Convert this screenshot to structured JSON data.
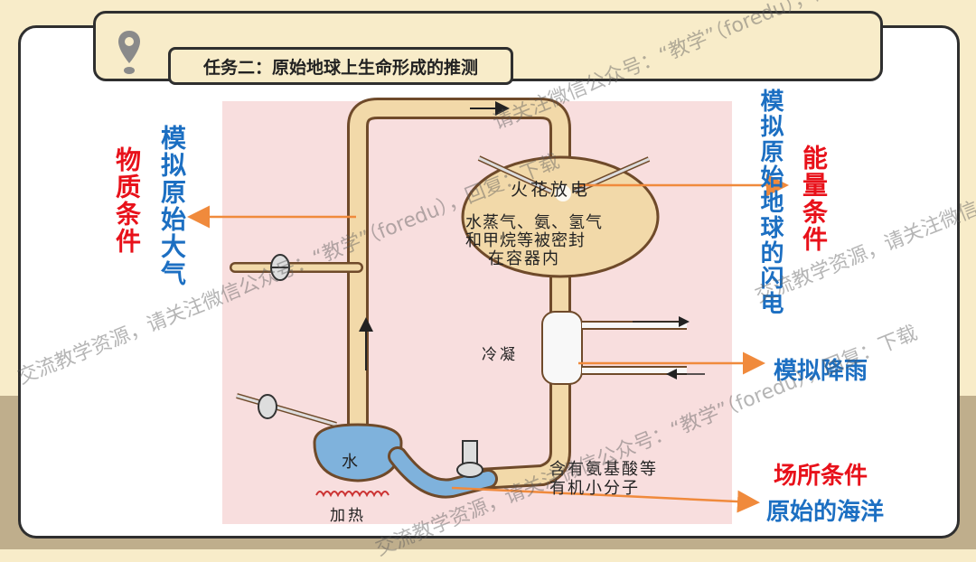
{
  "header": {
    "task_title": "任务二：原始地球上生命形成的推测"
  },
  "annotations": {
    "sim_atmosphere": "模拟原始大气",
    "material_condition": "物质条件",
    "sim_lightning": "模拟原始地球的闪电",
    "energy_condition": "能量条件",
    "sim_rain": "模拟降雨",
    "site_condition": "场所条件",
    "primitive_ocean": "原始的海洋"
  },
  "diagram": {
    "spark_label": "火花放电",
    "gas_line1": "水蒸气、氨、氢气",
    "gas_line2": "和甲烷等被密封",
    "gas_line3": "在容器内",
    "condense_label": "冷凝",
    "water_label": "水",
    "amino_line1": "含有氨基酸等",
    "amino_line2": "有机小分子",
    "heat_label": "加热"
  },
  "watermarks": {
    "wm1": "交流教学资源，请关注微信公众号：“教学”（foredu），回复：下载",
    "wm2": "请关注微信公众号：“教学”（foredu），回复：下载",
    "wm3": "交流教学资源，请关注微信公众号：“教学”（foredu），回复：下载",
    "wm4": "交流教学资源，请关注微信公众号：“教学”（foredu），回复：下载"
  },
  "colors": {
    "annotation_blue": "#1c6fc2",
    "annotation_red": "#e8111a",
    "arrow_orange": "#f08a3c",
    "tube_fill": "#f2d9a9",
    "water_blue": "#7fb2dc",
    "diagram_bg": "#f8dede"
  }
}
